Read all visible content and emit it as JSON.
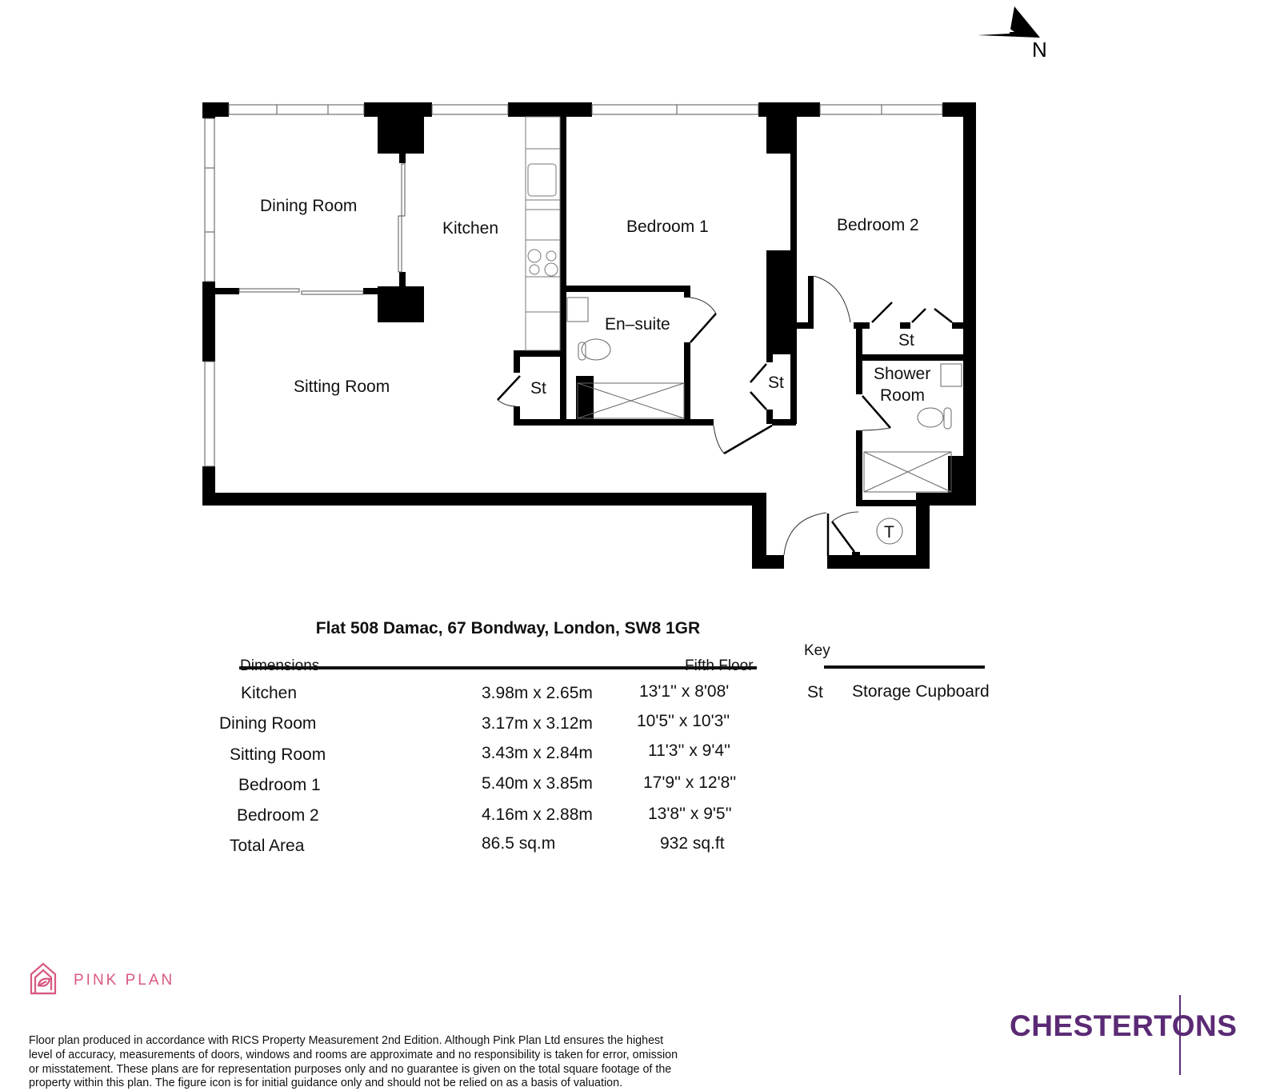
{
  "compass": {
    "label": "N"
  },
  "rooms": {
    "dining_room": "Dining Room",
    "kitchen": "Kitchen",
    "bedroom_1": "Bedroom 1",
    "bedroom_2": "Bedroom 2",
    "en_suite": "En–suite",
    "sitting_room": "Sitting Room",
    "shower_room_line1": "Shower",
    "shower_room_line2": "Room",
    "store_1": "St",
    "store_2": "St",
    "store_3": "St",
    "cupboard_t": "T"
  },
  "address": "Flat 508 Damac, 67 Bondway, London, SW8 1GR",
  "dimensions": {
    "heading": "Dimensions",
    "floor": "Fifth Floor",
    "rows": [
      {
        "room": "Kitchen",
        "metric": "3.98m x 2.65m",
        "imperial": "13'1'' x 8'08'"
      },
      {
        "room": "Dining Room",
        "metric": "3.17m x 3.12m",
        "imperial": "10'5'' x 10'3''"
      },
      {
        "room": "Sitting Room",
        "metric": "3.43m x 2.84m",
        "imperial": "11'3'' x 9'4''"
      },
      {
        "room": "Bedroom 1",
        "metric": "5.40m x 3.85m",
        "imperial": "17'9'' x 12'8''"
      },
      {
        "room": "Bedroom 2",
        "metric": "4.16m x 2.88m",
        "imperial": "13'8'' x 9'5''"
      },
      {
        "room": "Total Area",
        "metric": "86.5 sq.m",
        "imperial": "932 sq.ft"
      }
    ]
  },
  "key": {
    "heading": "Key",
    "items": [
      {
        "abbr": "St",
        "meaning": "Storage Cupboard"
      }
    ]
  },
  "footer": {
    "pink_plan_label": "PINK PLAN",
    "disclaimer_lines": [
      "Floor plan produced in accordance with RICS Property Measurement 2nd Edition. Although Pink Plan Ltd ensures the highest",
      "level of accuracy, measurements of doors, windows and rooms are approximate and no responsibility is taken for error, omission",
      "or misstatement. These plans are for representation purposes only and no guarantee is given on the total square footage of the",
      "property within this plan. The figure icon is for initial guidance only and should not be relied on as a basis of valuation."
    ],
    "agent_logo": "CHESTERTONS"
  },
  "colors": {
    "wall": "#000000",
    "pink_plan": "#d8597f",
    "chestertons": "#5b2a75"
  }
}
